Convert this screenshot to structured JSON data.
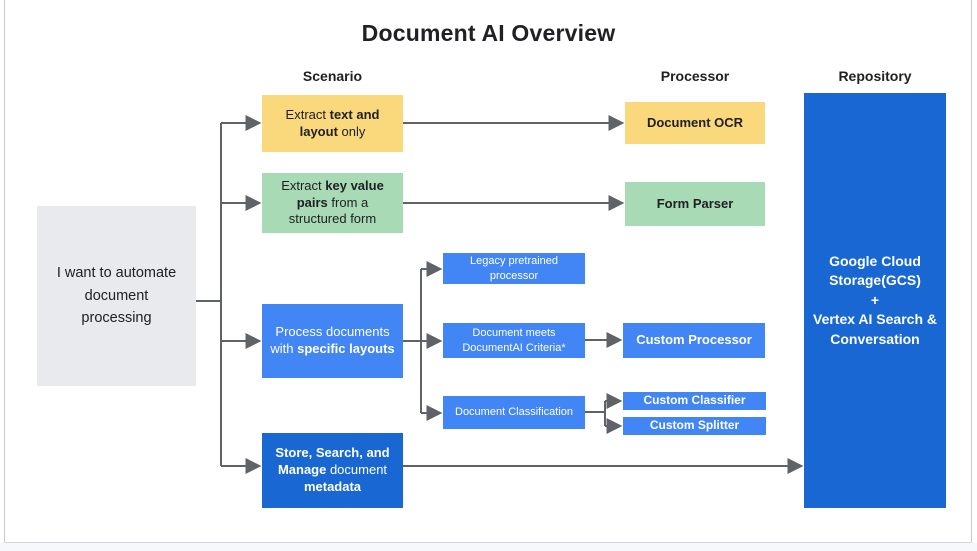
{
  "title": "Document AI Overview",
  "headers": {
    "scenario": "Scenario",
    "processor": "Processor",
    "repository": "Repository"
  },
  "start_box": {
    "text": "I want to automate\ndocument\nprocessing"
  },
  "scenarios": {
    "extract_text_layout": {
      "segments": [
        {
          "t": "Extract ",
          "b": false
        },
        {
          "t": "text and\nlayout",
          "b": true
        },
        {
          "t": " only",
          "b": false
        }
      ]
    },
    "extract_key_value": {
      "segments": [
        {
          "t": "Extract ",
          "b": false
        },
        {
          "t": "key value\npairs",
          "b": true
        },
        {
          "t": " from a\nstructured form",
          "b": false
        }
      ]
    },
    "specific_layouts": {
      "segments": [
        {
          "t": "Process documents\nwith ",
          "b": false
        },
        {
          "t": "specific layouts",
          "b": true
        }
      ]
    },
    "store_search_manage": {
      "segments": [
        {
          "t": "Store, Search, and\nManage",
          "b": true
        },
        {
          "t": " document\n",
          "b": false
        },
        {
          "t": "metadata",
          "b": true
        }
      ]
    }
  },
  "intermediate": {
    "legacy_pretrained": {
      "text": "Legacy pretrained\nprocessor"
    },
    "document_meets_criteria": {
      "text": "Document meets\nDocumentAI Criteria*"
    },
    "document_classification": {
      "text": "Document Classification"
    }
  },
  "processors": {
    "document_ocr": {
      "label": "Document OCR"
    },
    "form_parser": {
      "label": "Form Parser"
    },
    "custom_processor": {
      "label": "Custom Processor"
    },
    "custom_classifier": {
      "label": "Custom Classifier"
    },
    "custom_splitter": {
      "label": "Custom Splitter"
    }
  },
  "repository_box": {
    "text": "Google Cloud\nStorage(GCS)\n+\nVertex AI Search &\nConversation"
  },
  "colors": {
    "yellow": "#FAD97D",
    "green": "#A8DAB5",
    "blue": "#4285F4",
    "dark_blue": "#1967D2",
    "gray_box": "#E8EAED",
    "arrow": "#5F6368",
    "text_dark": "#202124",
    "text_light": "#FFFFFF"
  }
}
